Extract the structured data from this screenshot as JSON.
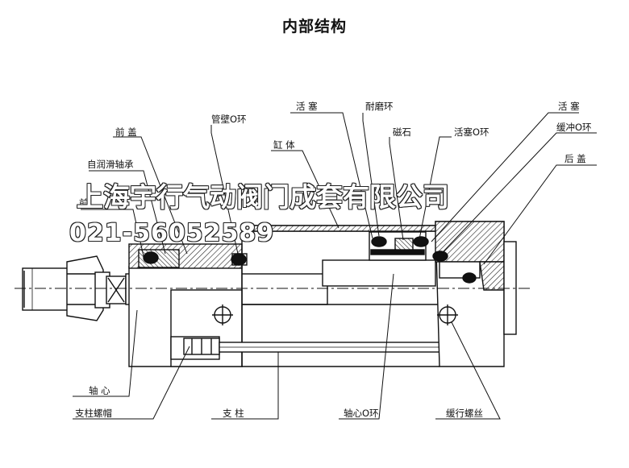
{
  "title": "内部结构",
  "labels": {
    "piston_top": "活 塞",
    "wear_ring": "耐磨环",
    "piston_right": "活 塞",
    "front_cover": "前 盖",
    "tube_oring": "管壁O环",
    "magnet": "磁石",
    "piston_oring": "活塞O环",
    "cushion_oring": "缓冲O环",
    "cylinder_body": "缸 体",
    "self_lube_bearing": "自润滑轴承",
    "rear_cover": "后 盖",
    "front_label": "前",
    "shaft": "轴 心",
    "tie_rod_nut": "支柱螺帽",
    "tie_rod": "支 柱",
    "shaft_oring": "轴心O环",
    "cushion_screw": "缓行螺丝"
  },
  "watermark": {
    "company": "上海宇行气动阀门成套有限公司",
    "phone": "021-56052589"
  }
}
